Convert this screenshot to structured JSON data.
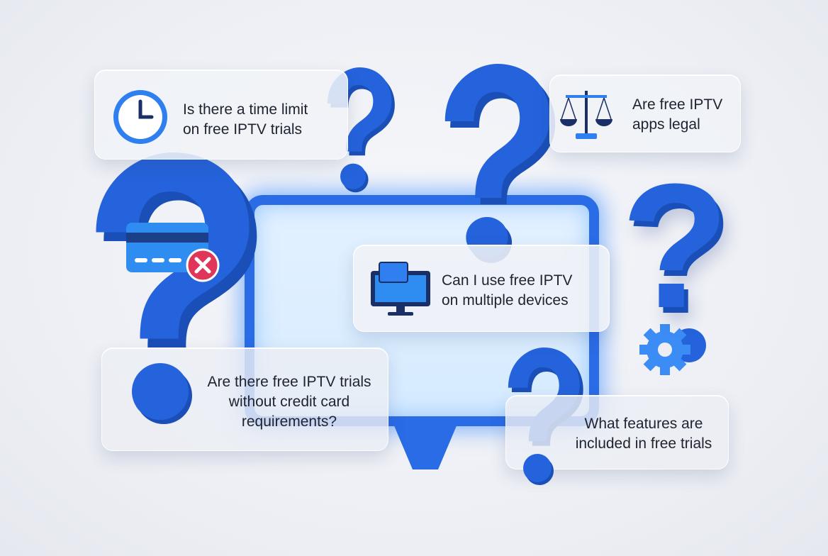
{
  "colors": {
    "accent": "#2563dc",
    "background": "#eceef4",
    "error": "#e0365a"
  },
  "decor": {
    "glyph": "?"
  },
  "cards": [
    {
      "id": "time-limit",
      "icon": "clock-icon",
      "lines": [
        "Is there a time limit",
        "on free IPTV trials"
      ]
    },
    {
      "id": "legal",
      "icon": "scales-icon",
      "lines": [
        "Are free IPTV",
        "apps legal"
      ]
    },
    {
      "id": "devices",
      "icon": "monitor-icon",
      "lines": [
        "Can I use free IPTV",
        "on multiple devices"
      ]
    },
    {
      "id": "credit-card",
      "icon": "credit-card-icon",
      "lines": [
        "Are there free IPTV trials",
        "without credit card",
        "requirements?"
      ]
    },
    {
      "id": "features",
      "icon": "gear-icon",
      "lines": [
        "What features are",
        "included in free trials"
      ]
    }
  ]
}
